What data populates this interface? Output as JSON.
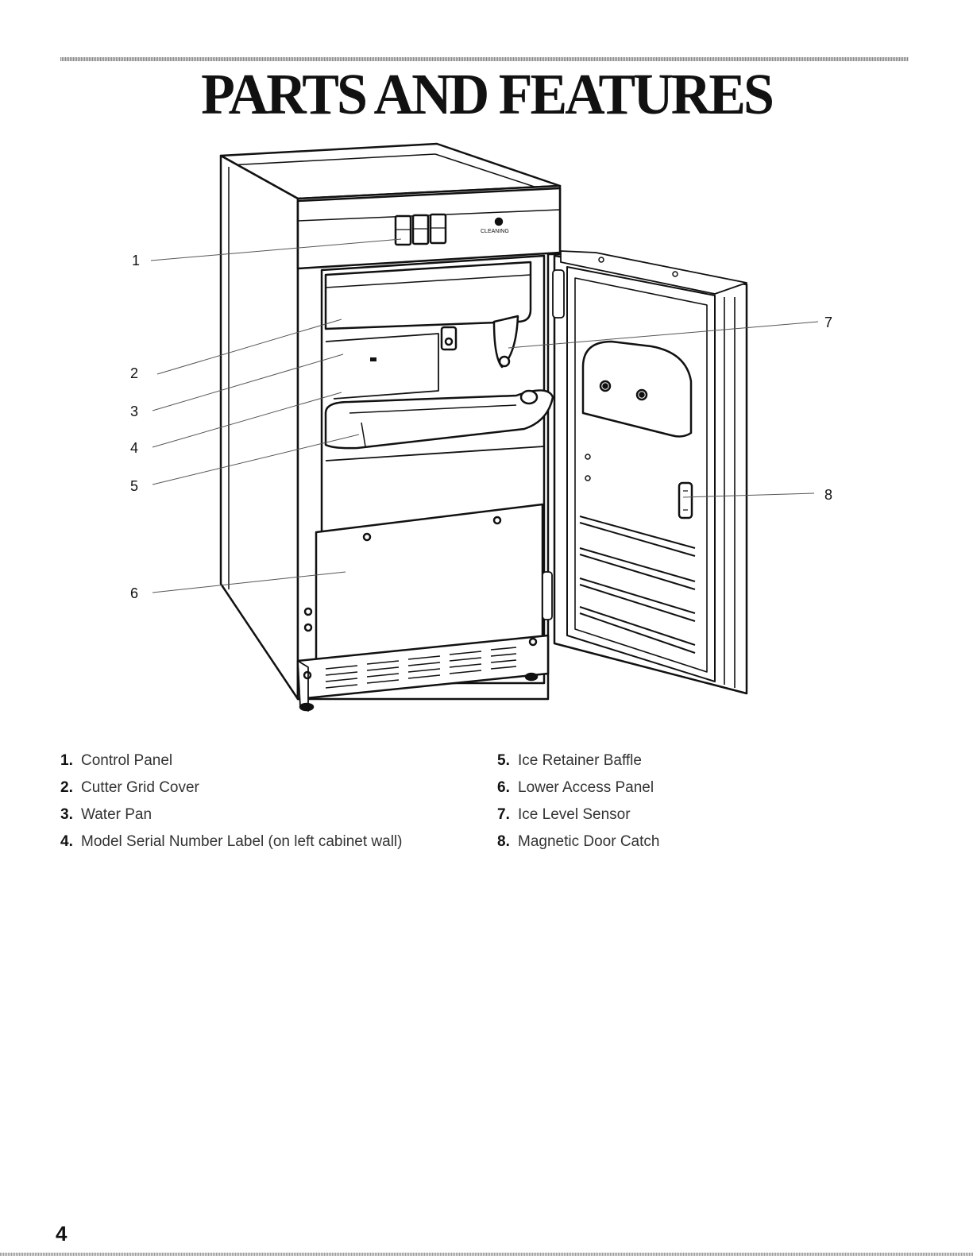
{
  "page": {
    "title": "PARTS AND FEATURES",
    "page_number": "4"
  },
  "diagram": {
    "callouts": [
      "1",
      "2",
      "3",
      "4",
      "5",
      "6",
      "7",
      "8"
    ],
    "panel_labels": {
      "cleaning": "CLEANING"
    }
  },
  "legend": {
    "left": [
      {
        "num": "1.",
        "label": "Control Panel"
      },
      {
        "num": "2.",
        "label": "Cutter Grid Cover"
      },
      {
        "num": "3.",
        "label": "Water Pan"
      },
      {
        "num": "4.",
        "label": "Model Serial Number Label (on left cabinet wall)"
      }
    ],
    "right": [
      {
        "num": "5.",
        "label": "Ice Retainer Baffle"
      },
      {
        "num": "6.",
        "label": "Lower Access Panel"
      },
      {
        "num": "7.",
        "label": "Ice Level Sensor"
      },
      {
        "num": "8.",
        "label": "Magnetic Door Catch"
      }
    ]
  }
}
